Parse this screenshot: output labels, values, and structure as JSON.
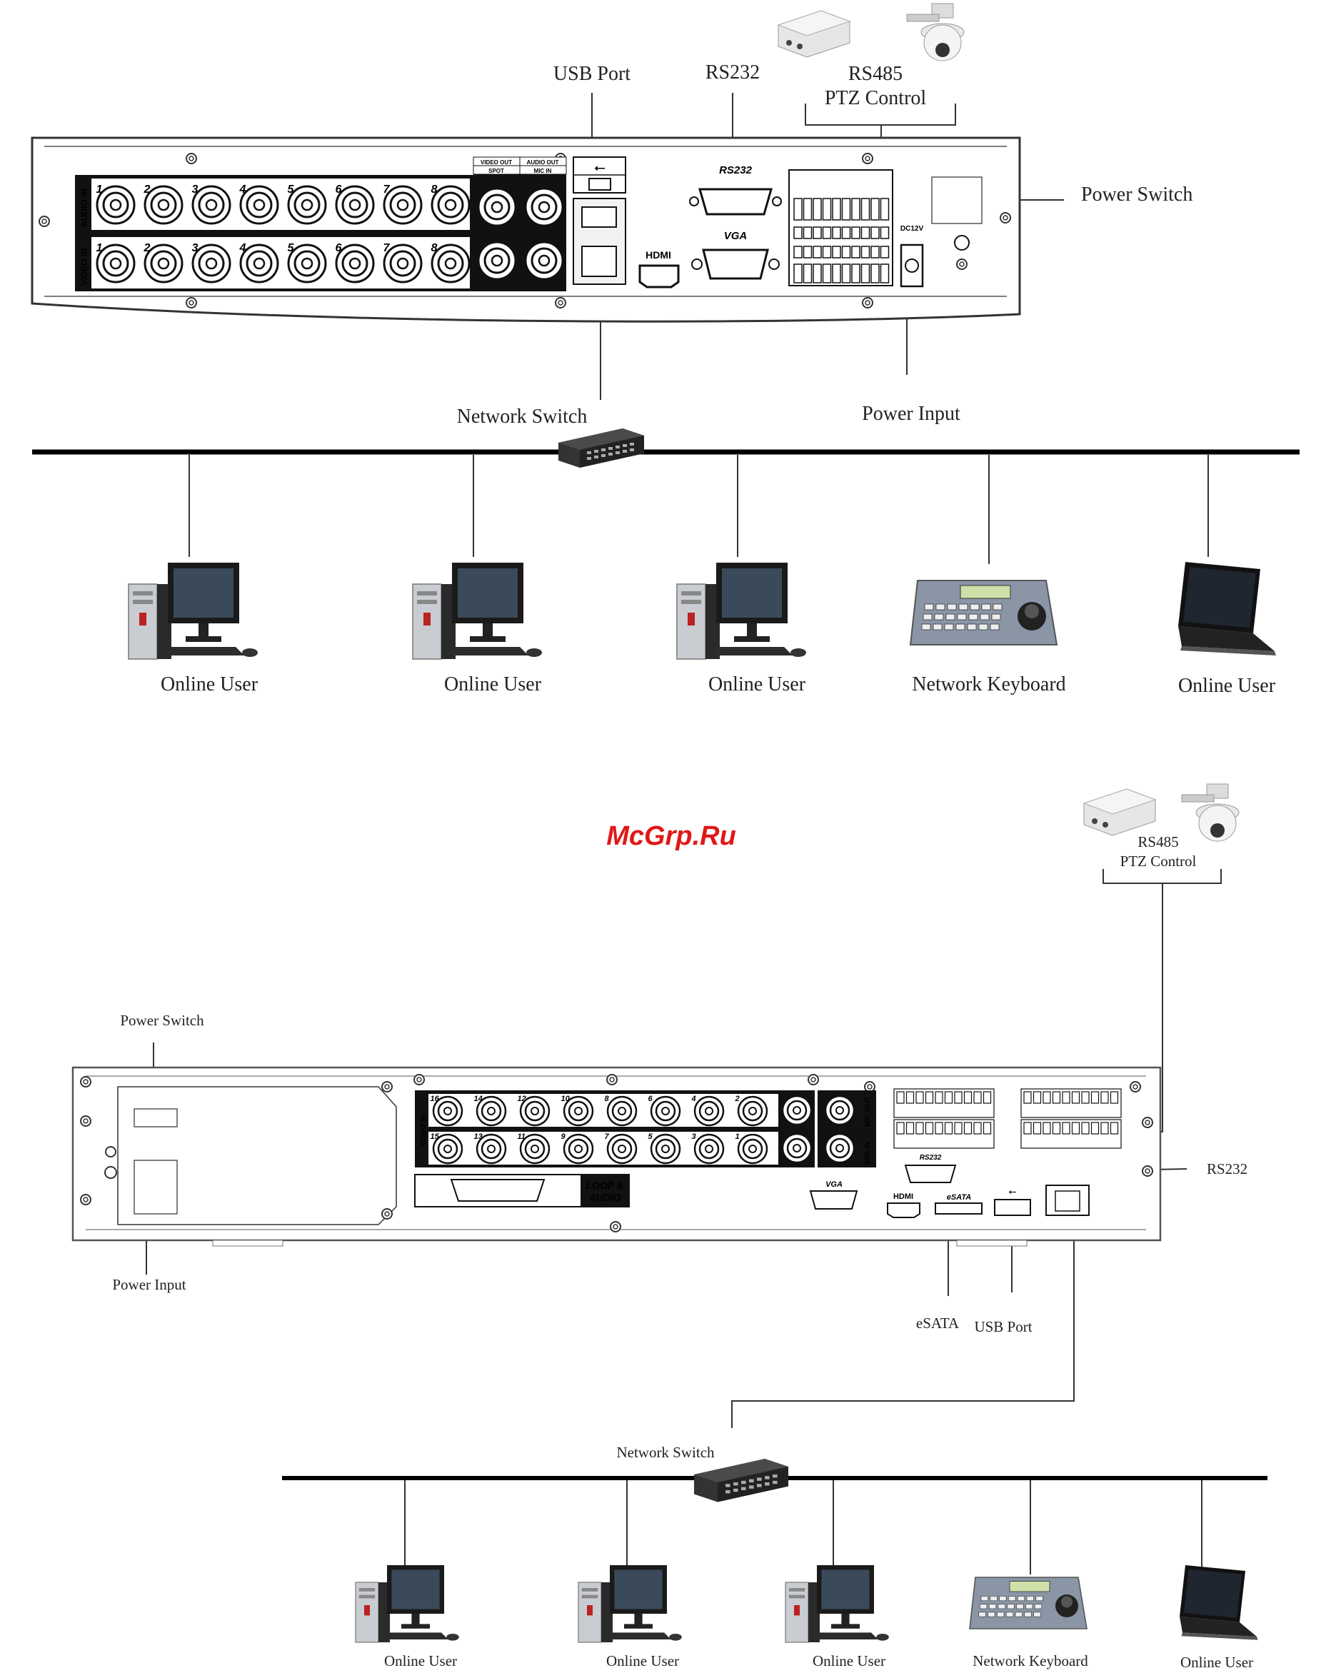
{
  "watermark": "McGrp.Ru",
  "diagram_top": {
    "labels": {
      "usb_port": "USB Port",
      "rs232": "RS232",
      "rs485_line1": "RS485",
      "rs485_line2": "PTZ Control",
      "power_switch": "Power Switch",
      "network_switch": "Network Switch",
      "power_input": "Power Input"
    },
    "panel_text": {
      "audio_in": "AUDIO IN",
      "video_in": "VIDEO IN",
      "video_out": "VIDEO OUT",
      "spot": "SPOT",
      "audio_out": "AUDIO OUT",
      "mic_in": "MIC IN",
      "rs232": "RS232",
      "vga": "VGA",
      "hdmi": "HDMI",
      "dc12v": "DC12V"
    },
    "channel_numbers": [
      "1",
      "2",
      "3",
      "4",
      "5",
      "6",
      "7",
      "8"
    ],
    "clients": [
      "Online User",
      "Online User",
      "Online User",
      "Network Keyboard",
      "Online User"
    ]
  },
  "diagram_bottom": {
    "labels": {
      "rs485_line1": "RS485",
      "rs485_line2": "PTZ Control",
      "power_switch": "Power Switch",
      "power_input": "Power Input",
      "rs232": "RS232",
      "esata": "eSATA",
      "usb_port": "USB Port",
      "network_switch": "Network Switch"
    },
    "panel_text": {
      "video_in": "VIDEO IN",
      "mic_out": "MIC OUT",
      "mic_in": "MIC IN",
      "loop_line1": "LOOP &",
      "loop_line2": "AUDIO",
      "vga": "VGA",
      "hdmi": "HDMI",
      "esata": "eSATA",
      "rs232": "RS232"
    },
    "channel_numbers_top": [
      "16",
      "14",
      "12",
      "10",
      "8",
      "6",
      "4",
      "2"
    ],
    "channel_numbers_bottom": [
      "15",
      "13",
      "11",
      "9",
      "7",
      "5",
      "3",
      "1"
    ],
    "clients": [
      "Online User",
      "Online User",
      "Online User",
      "Network Keyboard",
      "Online User"
    ]
  }
}
